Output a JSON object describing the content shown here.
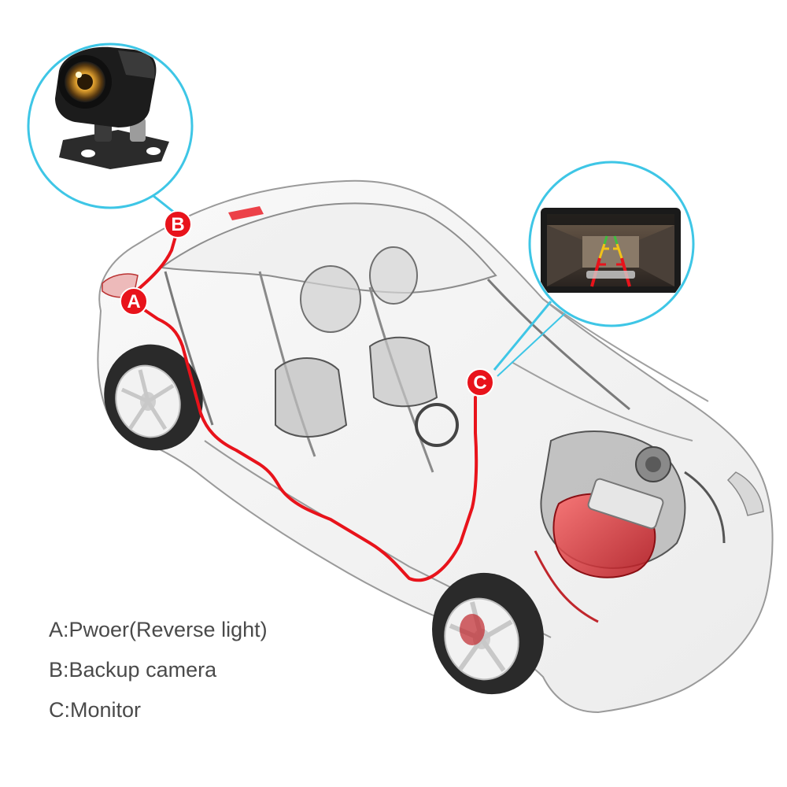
{
  "markers": {
    "a": "A",
    "b": "B",
    "c": "C"
  },
  "legend": {
    "items": [
      "A:Pwoer(Reverse light)",
      "B:Backup camera",
      "C:Monitor"
    ]
  },
  "colors": {
    "wire": "#e8131b",
    "marker": "#e8131b",
    "callout_ring": "#3ec6e6",
    "car_outline": "#9a9a9a",
    "legend_text": "#4a4a4a"
  }
}
